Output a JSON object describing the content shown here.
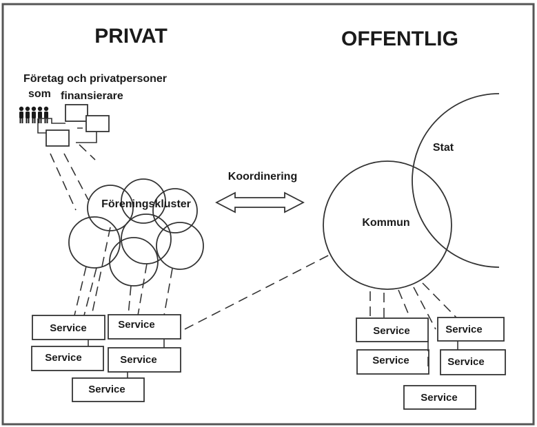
{
  "headings": {
    "left": "PRIVAT",
    "right": "OFFENTLIG"
  },
  "financiers": {
    "line1": "Företag och privatpersoner",
    "line2": "som",
    "line3": "finansierare"
  },
  "labels": {
    "cluster": "Föreningskluster",
    "coordination": "Koordinering",
    "state": "Stat",
    "municipality": "Kommun"
  },
  "services": {
    "left": [
      "Service",
      "Service",
      "Service",
      "Service",
      "Service"
    ],
    "right": [
      "Service",
      "Service",
      "Service",
      "Service",
      "Service"
    ]
  },
  "icons": [
    "people-icon",
    "double-arrow-icon"
  ]
}
